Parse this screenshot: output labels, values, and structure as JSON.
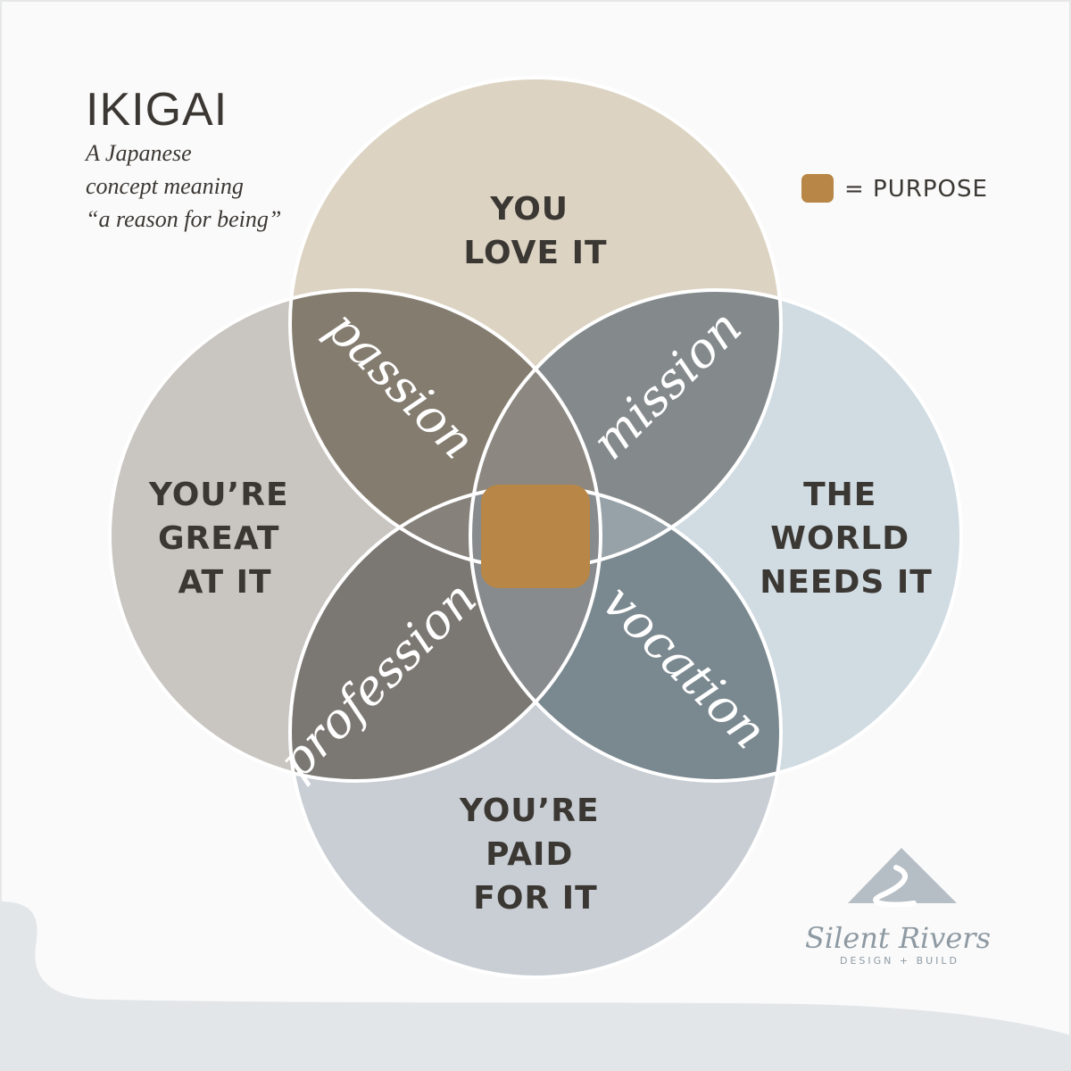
{
  "title": "IKIGAI",
  "subtitle_lines": [
    "A Japanese",
    "concept meaning",
    "“a reason for being”"
  ],
  "legend": {
    "text": "= PURPOSE",
    "color": "#b88646"
  },
  "circles": {
    "top": {
      "lines": [
        "YOU",
        "LOVE IT"
      ],
      "color": "#dcd3c2"
    },
    "left": {
      "lines": [
        "YOU’RE",
        "GREAT",
        "AT IT"
      ],
      "color": "#c9c5c1"
    },
    "right": {
      "lines": [
        "THE",
        "WORLD",
        "NEEDS IT"
      ],
      "color": "#d0dbe2"
    },
    "bottom": {
      "lines": [
        "YOU’RE",
        "PAID",
        "FOR IT"
      ],
      "color": "#c8ced4"
    }
  },
  "petals": {
    "passion": {
      "text": "passion",
      "color": "#847c6f"
    },
    "mission": {
      "text": "mission",
      "color": "#848a8c"
    },
    "profession": {
      "text": "profession",
      "color": "#7b7772"
    },
    "vocation": {
      "text": "vocation",
      "color": "#7a8890"
    }
  },
  "triple_regions": {
    "top": "#8c8881",
    "left": "#86817b",
    "right": "#96a2a8",
    "bottom": "#888b8d"
  },
  "center_color": "#b88646",
  "logo": {
    "name": "Silent Rivers",
    "tagline": "DESIGN + BUILD"
  }
}
